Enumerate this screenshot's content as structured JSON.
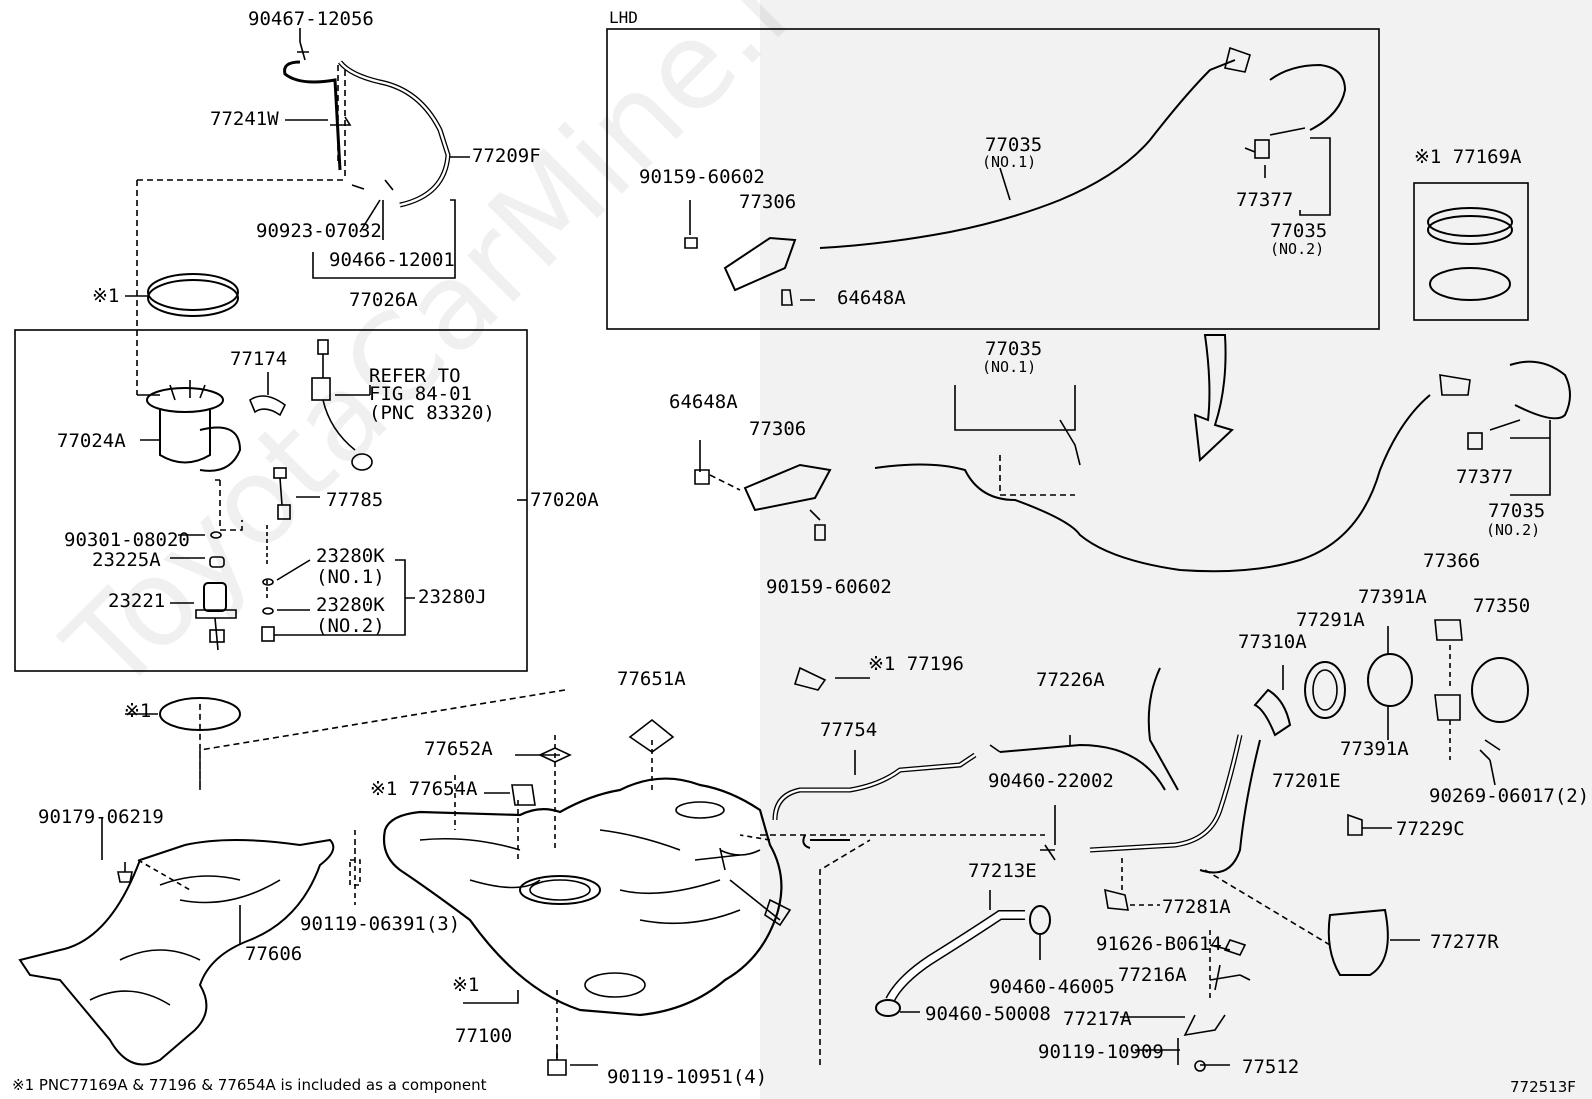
{
  "watermark": "ToyotaCarMine.ru",
  "lhd_label": "LHD",
  "refer_note": [
    "REFER TO",
    "FIG 84-01",
    "(PNC 83320)"
  ],
  "footnote": "※1  PNC77169A & 77196 & 77654A is included as a component",
  "figure_id": "772513F",
  "parts": {
    "p9046712056": "90467-12056",
    "p77241W": "77241W",
    "p77209F": "77209F",
    "p9092307032": "90923-07032",
    "p9046612001": "90466-12001",
    "p77026A": "77026A",
    "p77174": "77174",
    "p77024A": "77024A",
    "p77785": "77785",
    "p77020A": "77020A",
    "p9030108020": "90301-08020",
    "p23225A": "23225A",
    "p23280K1": "23280K",
    "no1": "(NO.1)",
    "p23221": "23221",
    "p23280K2": "23280K",
    "no2": "(NO.2)",
    "p23280J": "23280J",
    "p9015960602a": "90159-60602",
    "p77306a": "77306",
    "p64648Aa": "64648A",
    "p77035a": "77035",
    "p77035a_no": "(NO.1)",
    "p77377a": "77377",
    "p77035b": "77035",
    "p77035b_no": "(NO.2)",
    "p77169A": "※1 77169A",
    "p77035c": "77035",
    "p77035c_no": "(NO.1)",
    "p64648Ab": "64648A",
    "p77306b": "77306",
    "p77377b": "77377",
    "p77035d": "77035",
    "p77035d_no": "(NO.2)",
    "p9015960602b": "90159-60602",
    "p77366": "77366",
    "p77291A": "77291A",
    "p77391Aa": "77391A",
    "p77350": "77350",
    "p77310A": "77310A",
    "p77391Ab": "77391A",
    "p9026906017": "90269-06017(2)",
    "p77196": "※1 77196",
    "p77226A": "77226A",
    "p77651A": "77651A",
    "p77754": "77754",
    "p77652A": "77652A",
    "p77654A": "※1 77654A",
    "p9046022002": "90460-22002",
    "p77201E": "77201E",
    "p77229C": "77229C",
    "p9017906219": "90179-06219",
    "p77213E": "77213E",
    "p77281A": "77281A",
    "p9011906391": "90119-06391(3)",
    "p77606": "77606",
    "p9162680614": "91626-B0614",
    "p77277R": "77277R",
    "p9046046005": "90460-46005",
    "p77216A": "77216A",
    "p9046050008": "90460-50008",
    "p77217A": "77217A",
    "p9011910909": "90119-10909",
    "p77512": "77512",
    "p77100": "77100",
    "p9011910951": "90119-10951(4)",
    "x1a": "※1",
    "x1b": "※1",
    "x1c": "※1"
  }
}
